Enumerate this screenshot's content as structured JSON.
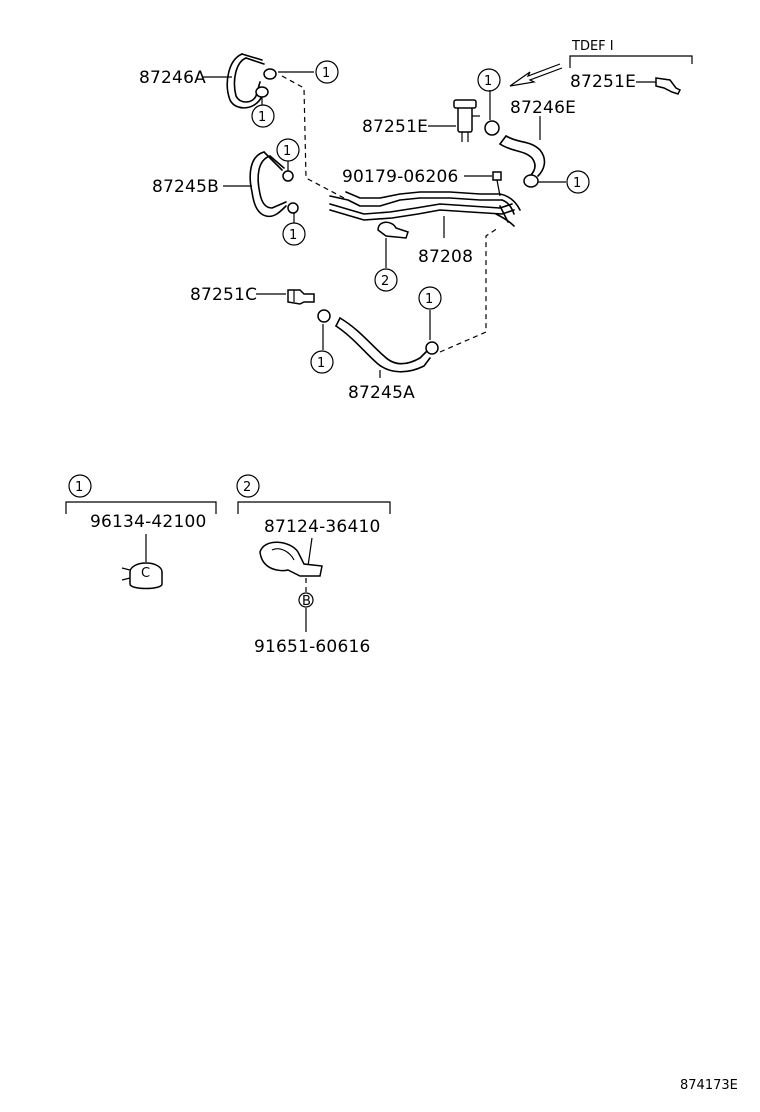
{
  "parts": {
    "p87246A": "87246A",
    "p87245B": "87245B",
    "p87251C": "87251C",
    "p87245A": "87245A",
    "p87251E_1": "87251E",
    "p87251E_2": "87251E",
    "p87246E": "87246E",
    "p90179": "90179-06206",
    "p87208": "87208",
    "tdef": "TDEF I"
  },
  "refs": {
    "one": "1",
    "two": "2",
    "b": "B",
    "c": "C"
  },
  "legend": {
    "group1": {
      "label": "1",
      "part": "96134-42100"
    },
    "group2": {
      "label": "2",
      "part1": "87124-36410",
      "part2": "91651-60616"
    }
  },
  "footer": {
    "code": "874173E"
  }
}
